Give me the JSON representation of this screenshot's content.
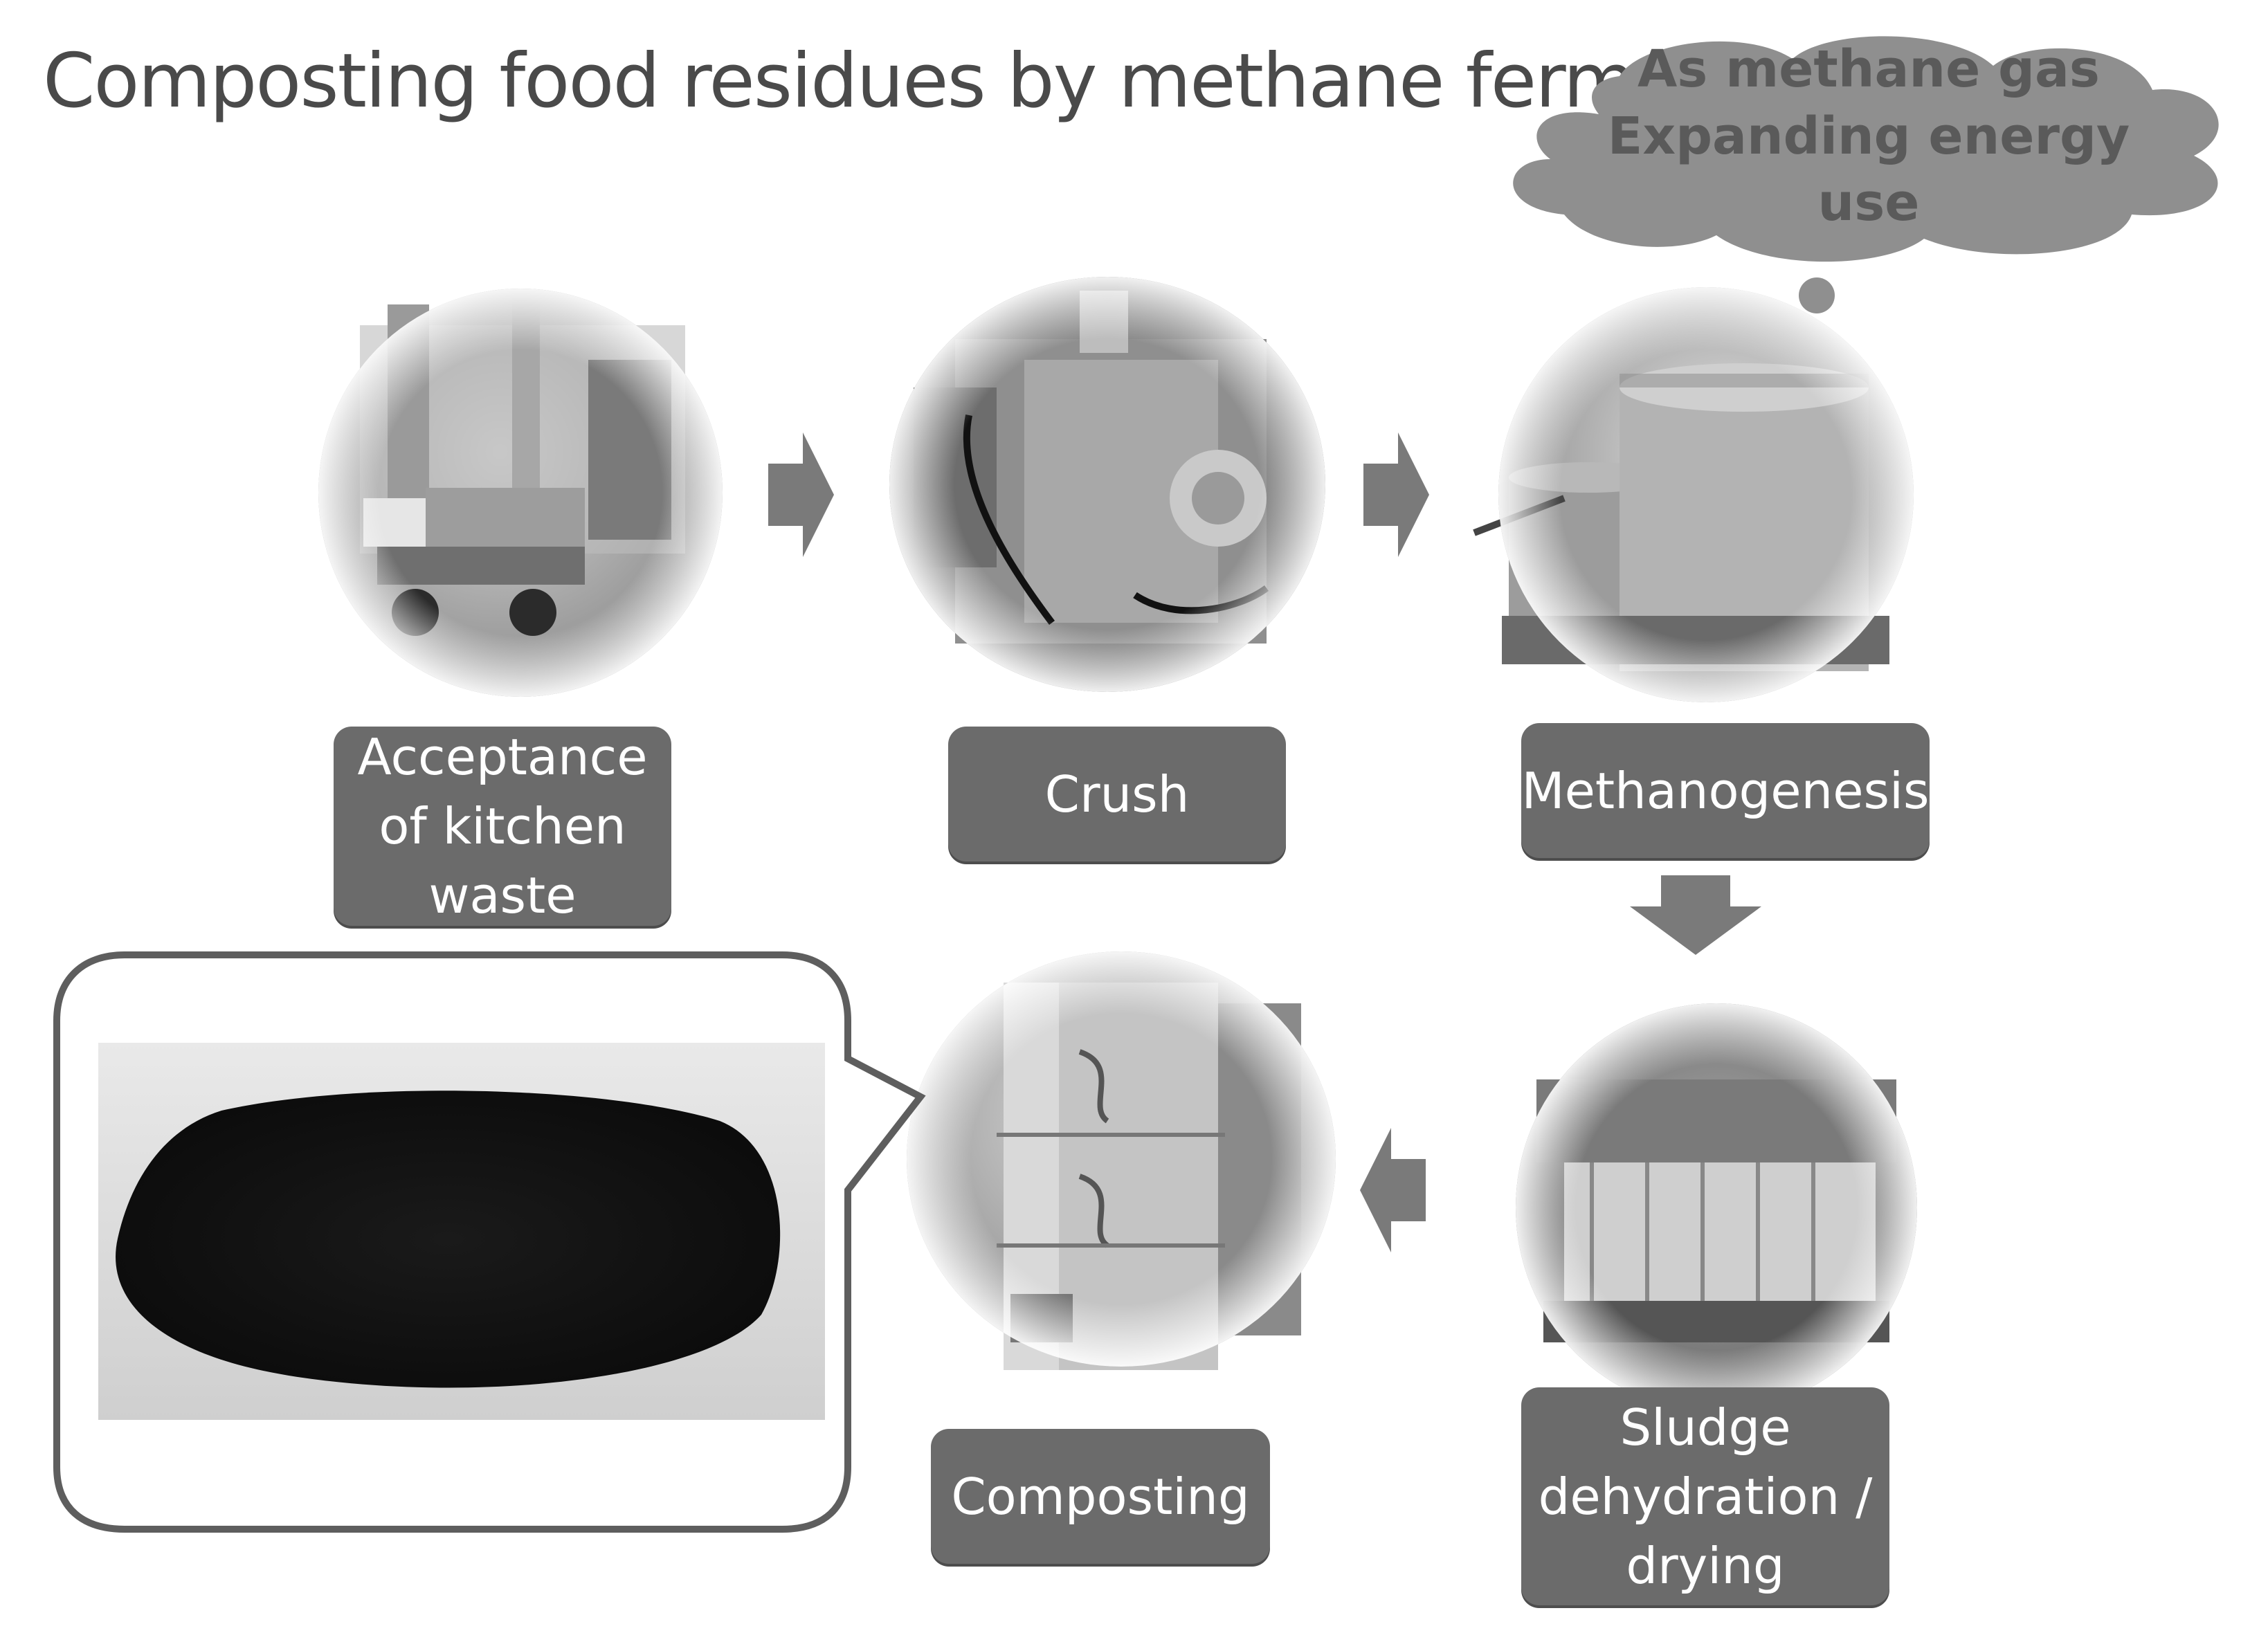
{
  "title": "Composting food residues by methane fermentation",
  "cloud": {
    "lines": [
      "As methane gas",
      "Expanding energy",
      "use"
    ]
  },
  "steps": [
    {
      "id": "acceptance",
      "lines": [
        "Acceptance",
        "of kitchen",
        "waste"
      ]
    },
    {
      "id": "crush",
      "lines": [
        "Crush"
      ]
    },
    {
      "id": "methanogenesis",
      "lines": [
        "Methanogenesis"
      ]
    },
    {
      "id": "sludge",
      "lines": [
        "Sludge",
        "dehydration /",
        "drying"
      ]
    },
    {
      "id": "composting",
      "lines": [
        "Composting"
      ]
    }
  ],
  "colors": {
    "label_fill": "#6b6b6b",
    "arrow_fill": "#7a7a7a",
    "cloud_fill": "#8f8f8f",
    "title_text": "#4a4a4a"
  }
}
